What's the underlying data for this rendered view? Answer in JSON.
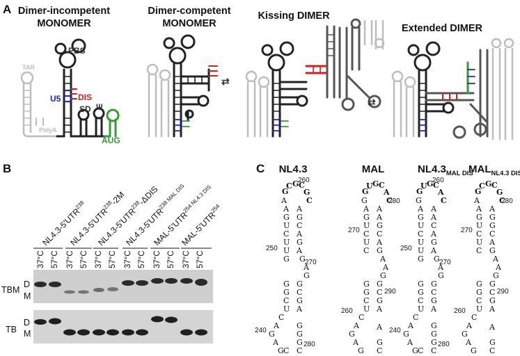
{
  "panelA": {
    "label": "A",
    "titles": [
      {
        "line1": "Dimer-incompetent",
        "line2": "MONOMER"
      },
      {
        "line1": "Dimer-competent",
        "line2": "MONOMER"
      },
      {
        "line1": "Kissing DIMER",
        "line2": ""
      },
      {
        "line1": "Extended DIMER",
        "line2": ""
      }
    ],
    "labels": {
      "pbs": "PBS",
      "tar": "TAR",
      "u5": "U5",
      "dis": "DIS",
      "sd": "SD",
      "psi": "Ψ",
      "polya": "PolyA",
      "aug": "AUG"
    },
    "colors": {
      "u5": "#2222cc",
      "dis": "#cc2222",
      "aug": "#3a9a3a",
      "grey": "#bdbdbd",
      "dark": "#222222"
    }
  },
  "panelB": {
    "label": "B",
    "constructs": [
      {
        "name": "NL4.3-5'UTR",
        "sup": "238",
        "suffix": ""
      },
      {
        "name": "NL4.3-5'UTR",
        "sup": "238",
        "suffix": "-2M"
      },
      {
        "name": "NL4.3-5'UTR",
        "sup": "238",
        "suffix": "-ΔDIS"
      },
      {
        "name": "NL4.3-5'UTR",
        "sup": "238 MAL DIS",
        "suffix": ""
      },
      {
        "name": "MAL-5'UTR",
        "sup": "254 NL4.3 DIS",
        "suffix": ""
      },
      {
        "name": "MAL-5'UTR",
        "sup": "254",
        "suffix": ""
      }
    ],
    "temps": [
      "37°C",
      "57°C"
    ],
    "gels": [
      {
        "name": "TBM",
        "d": "D",
        "m": "M"
      },
      {
        "name": "TB",
        "d": "D",
        "m": "M"
      }
    ]
  },
  "panelC": {
    "label": "C",
    "columns": [
      {
        "title": "NL4.3",
        "sub": ""
      },
      {
        "title": "MAL",
        "sub": ""
      },
      {
        "title": "NL4.3",
        "sub": "MAL DIS"
      },
      {
        "title": "MAL",
        "sub": "NL4.3 DIS"
      }
    ],
    "numbers": {
      "n260": "260",
      "n280": "280",
      "n270": "270",
      "n290": "290",
      "n250": "250",
      "n240": "240"
    }
  }
}
